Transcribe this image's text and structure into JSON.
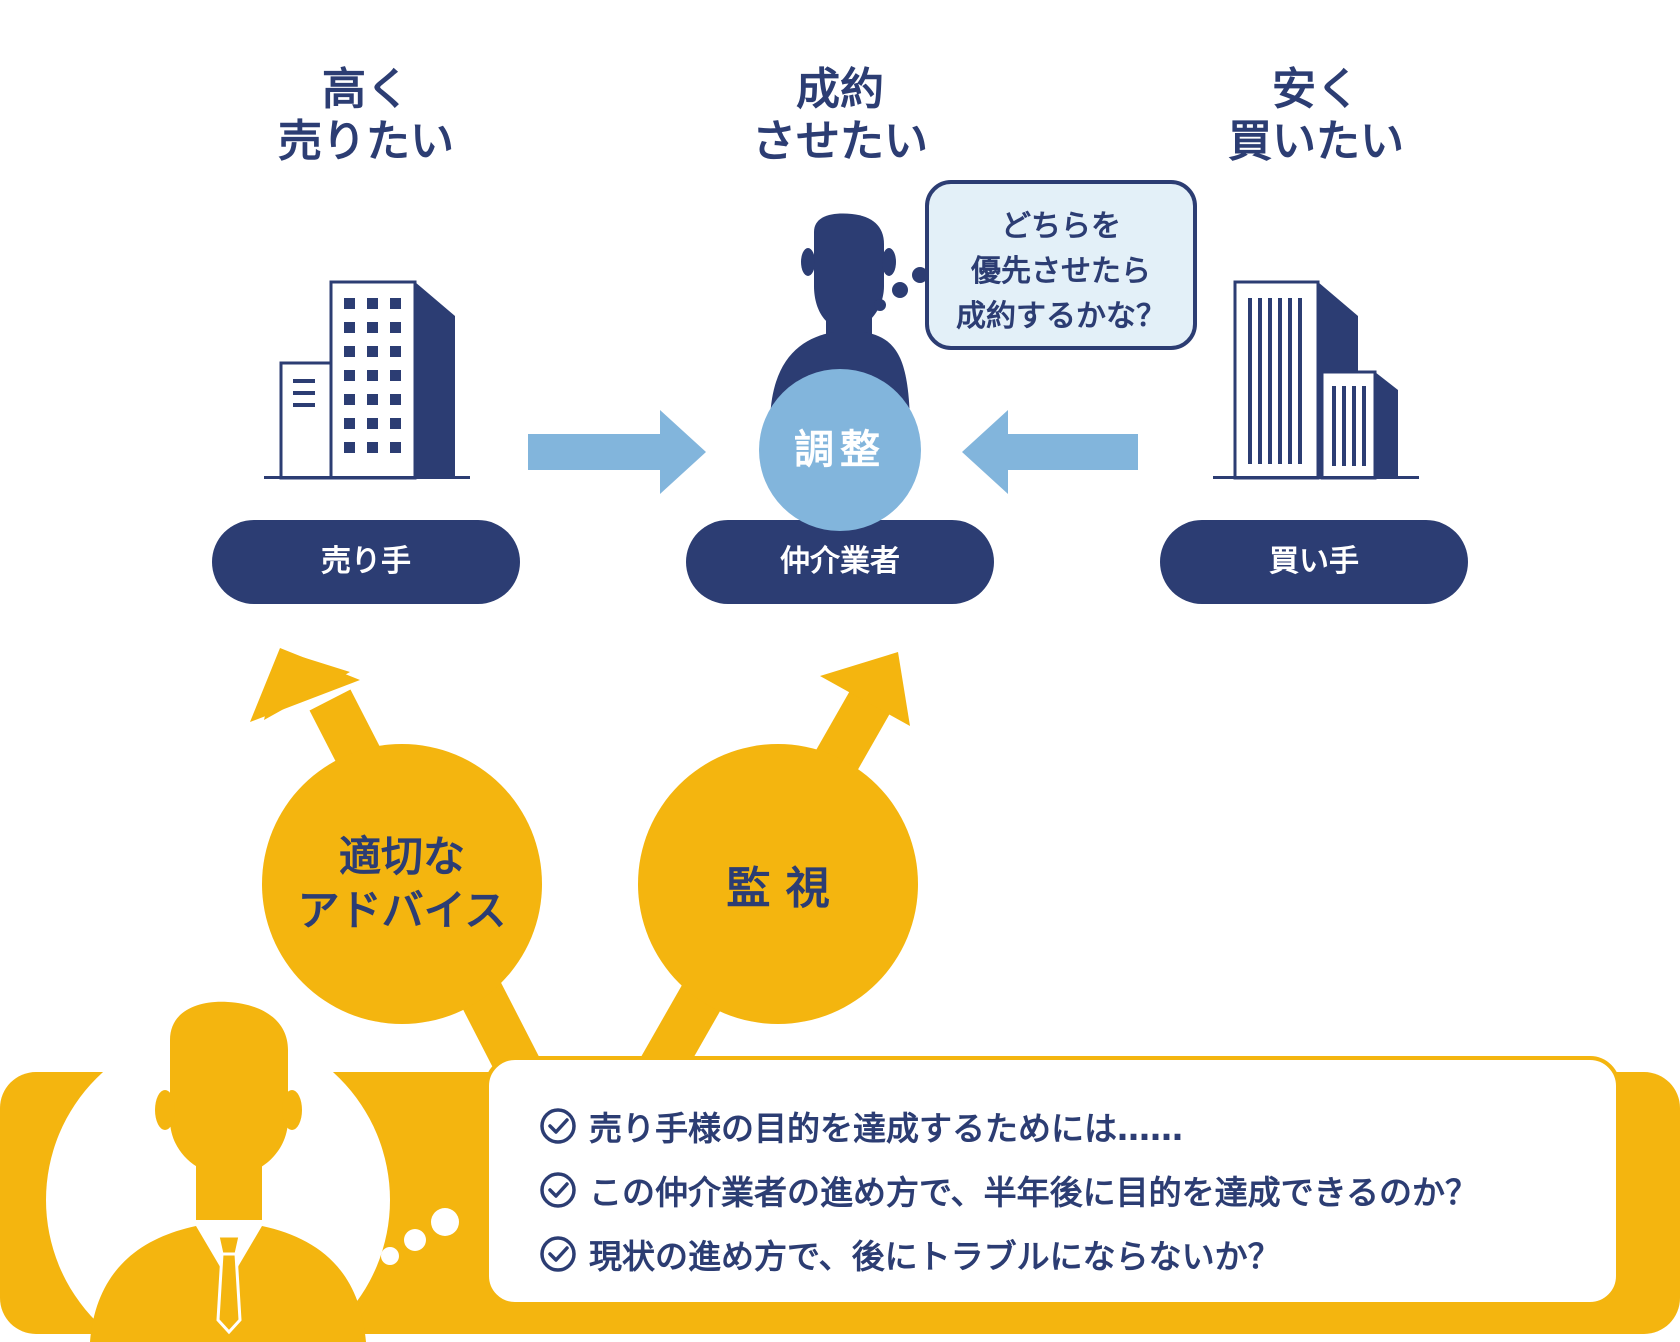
{
  "headings": {
    "seller": [
      "高く",
      "売りたい"
    ],
    "broker": [
      "成約",
      "させたい"
    ],
    "buyer": [
      "安く",
      "買いたい"
    ]
  },
  "roles": {
    "seller": "売り手",
    "broker": "仲介業者",
    "buyer": "買い手"
  },
  "thought": [
    "どちらを",
    "優先させたら",
    "成約するかな？"
  ],
  "adjust_label": "調整",
  "actions": {
    "advice": [
      "適切な",
      "アドバイス"
    ],
    "monitor": "監 視"
  },
  "checklist": [
    "売り手様の目的を達成するためには……",
    "この仲介業者の進め方で、半年後に目的を達成できるのか？",
    "現状の進め方で、後にトラブルにならないか？"
  ],
  "colors": {
    "navy": "#2c3d73",
    "light_blue": "#82b5dc",
    "pale_blue": "#e3f0f8",
    "gold": "#f4b50f"
  }
}
